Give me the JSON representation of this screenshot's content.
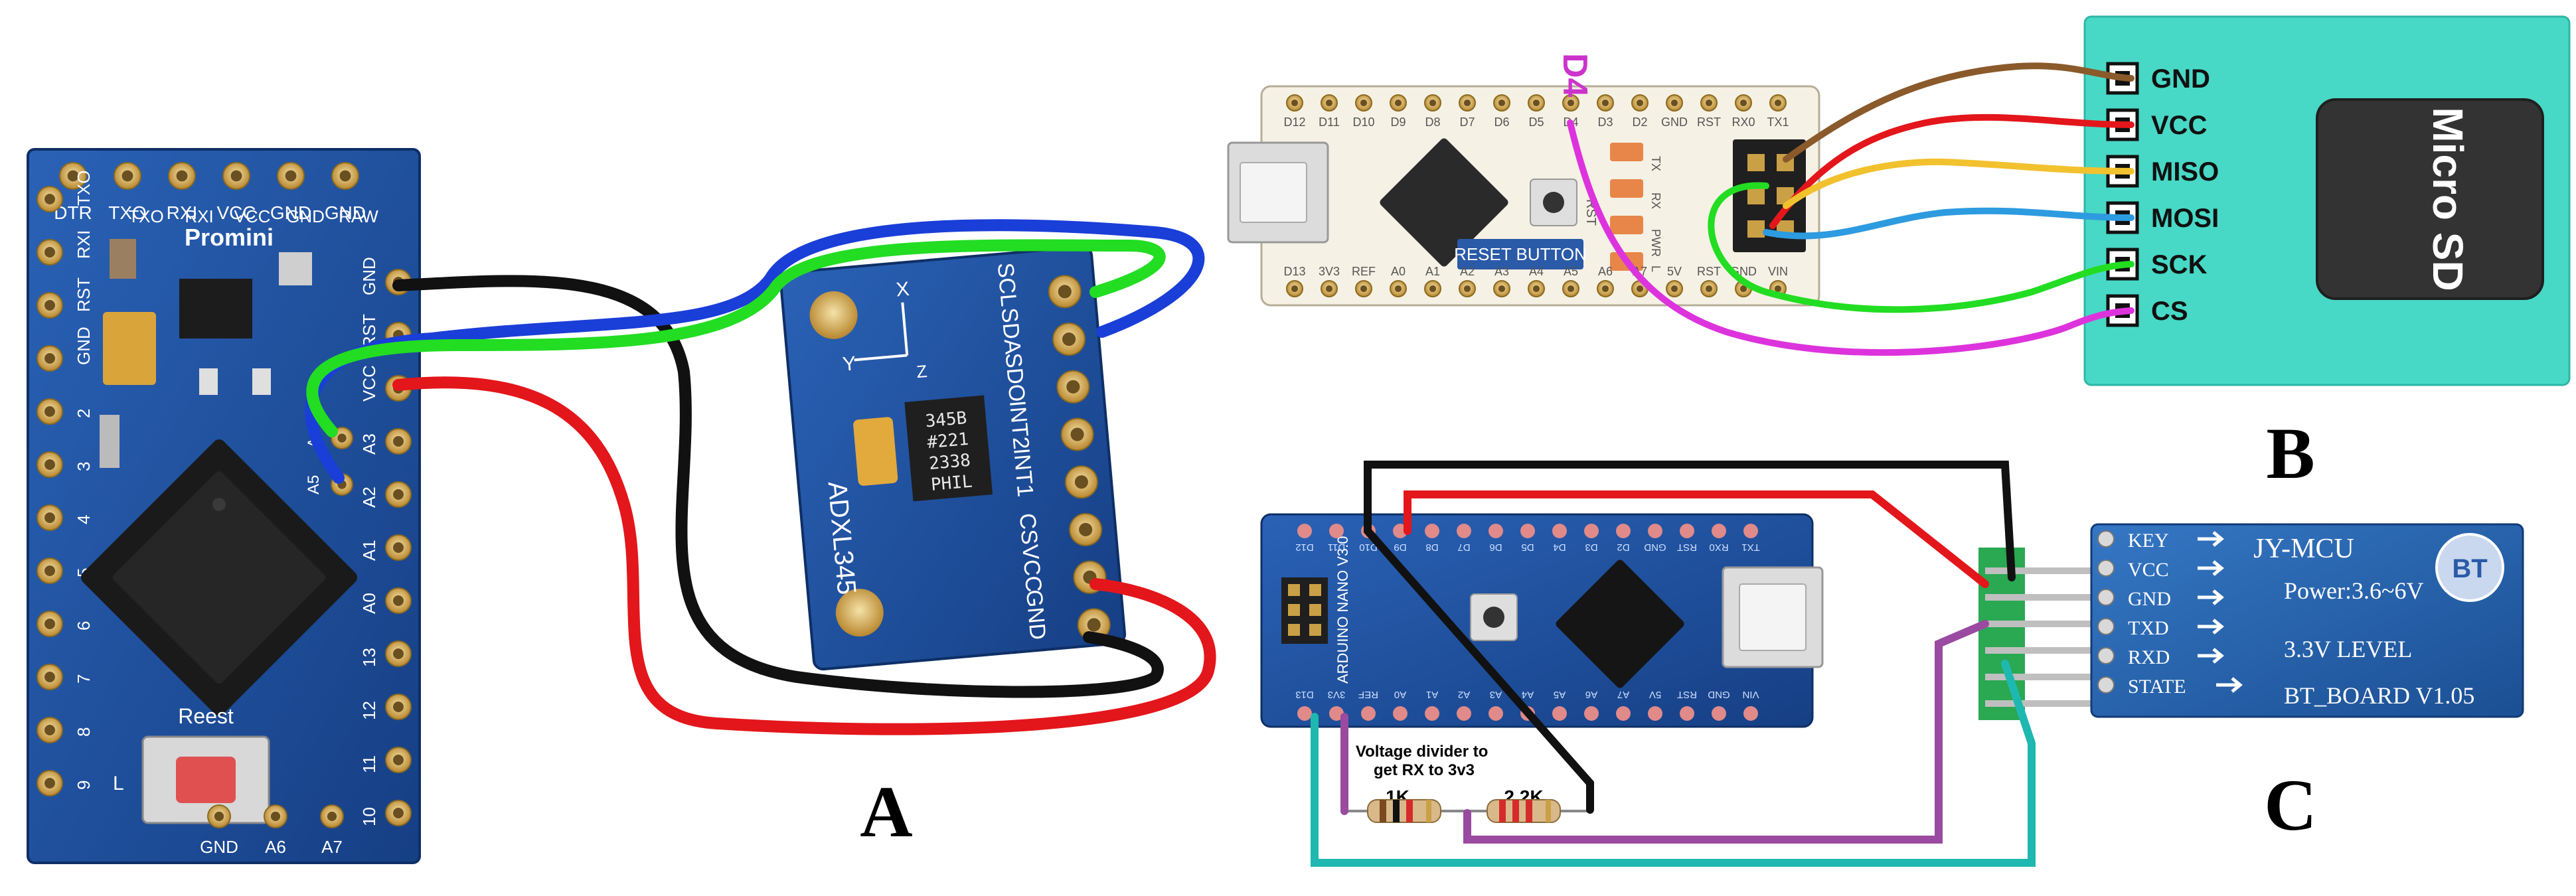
{
  "colors": {
    "pcb_blue": "#1c4f9c",
    "pcb_blue_dark": "#123a78",
    "pad_gold": "#c9a046",
    "sd_teal": "#48d8c6",
    "nano_white": "#f3f0e6",
    "wire_red": "#e3161b",
    "wire_black": "#111111",
    "wire_blue": "#1a3ed8",
    "wire_green": "#22dd22",
    "wire_brown": "#8a5a2b",
    "wire_yellow": "#f2c12e",
    "wire_lightblue": "#2d9be0",
    "wire_magenta": "#dd33dd",
    "wire_purple": "#9a4aa0",
    "wire_teal": "#1fb8b0"
  },
  "panel_labels": {
    "a": "A",
    "b": "B",
    "c": "C"
  },
  "promini": {
    "top_pins": [
      "DTR",
      "TXO",
      "RXI",
      "VCC",
      "GND",
      "GND"
    ],
    "inner_top_labels": [
      "TXO",
      "RXI",
      "VCC",
      "GND",
      "RAW"
    ],
    "brand": "Promini",
    "left_pins": [
      "TXO",
      "RXI",
      "RST",
      "GND",
      "2",
      "3",
      "4",
      "5",
      "6",
      "7",
      "8",
      "9"
    ],
    "right_pins": [
      "GND",
      "RST",
      "VCC",
      "A3",
      "A2",
      "A1",
      "A0",
      "13",
      "12",
      "11",
      "10"
    ],
    "analog_inner": [
      "A4",
      "A5"
    ],
    "bottom_labels": [
      "GND",
      "A6",
      "A7"
    ],
    "reset_label": "Reest",
    "led_label": "L"
  },
  "adxl": {
    "pins": [
      "SCL",
      "SDA",
      "SDO",
      "INT2",
      "INT1",
      "CS",
      "VCC",
      "GND"
    ],
    "name": "ADXL345",
    "chip_lines": [
      "345B",
      "#221",
      "2338",
      "PHIL"
    ],
    "axes": {
      "x": "X",
      "y": "Y",
      "z": "Z"
    }
  },
  "nano_b": {
    "top_pins": [
      "D12",
      "D11",
      "D10",
      "D9",
      "D8",
      "D7",
      "D6",
      "D5",
      "D4",
      "D3",
      "D2",
      "GND",
      "RST",
      "RX0",
      "TX1"
    ],
    "bottom_pins": [
      "D13",
      "3V3",
      "REF",
      "A0",
      "A1",
      "A2",
      "A3",
      "A4",
      "A5",
      "A6",
      "A7",
      "5V",
      "RST",
      "GND",
      "VIN"
    ],
    "reset_button_label": "RESET BUTTON",
    "led_labels": [
      "TX",
      "RX",
      "PWR",
      "L"
    ],
    "rst_label": "RST",
    "d4_callout": "D4"
  },
  "sd_module": {
    "pins": [
      "GND",
      "VCC",
      "MISO",
      "MOSI",
      "SCK",
      "CS"
    ],
    "card_label": "Micro SD"
  },
  "nano_c": {
    "top_pins": [
      "D12",
      "D11",
      "D10",
      "D9",
      "D8",
      "D7",
      "D6",
      "D5",
      "D4",
      "D3",
      "D2",
      "GND",
      "RST",
      "RX0",
      "TX1"
    ],
    "bottom_pins": [
      "D13",
      "3V3",
      "REF",
      "A0",
      "A1",
      "A2",
      "A3",
      "A4",
      "A5",
      "A6",
      "A7",
      "5V",
      "RST",
      "GND",
      "VIN"
    ],
    "board_text": "ARDUINO NANO V3.0",
    "voltage_divider": "Voltage divider to get RX to 3v3",
    "r1_label": "1K",
    "r2_label": "2.2K"
  },
  "bt_module": {
    "pins": [
      "KEY",
      "VCC",
      "GND",
      "TXD",
      "RXD",
      "STATE"
    ],
    "title": "JY-MCU",
    "lines": [
      "Power:3.6~6V",
      "3.3V  LEVEL",
      "BT_BOARD  V1.05"
    ],
    "logo": "BT"
  }
}
